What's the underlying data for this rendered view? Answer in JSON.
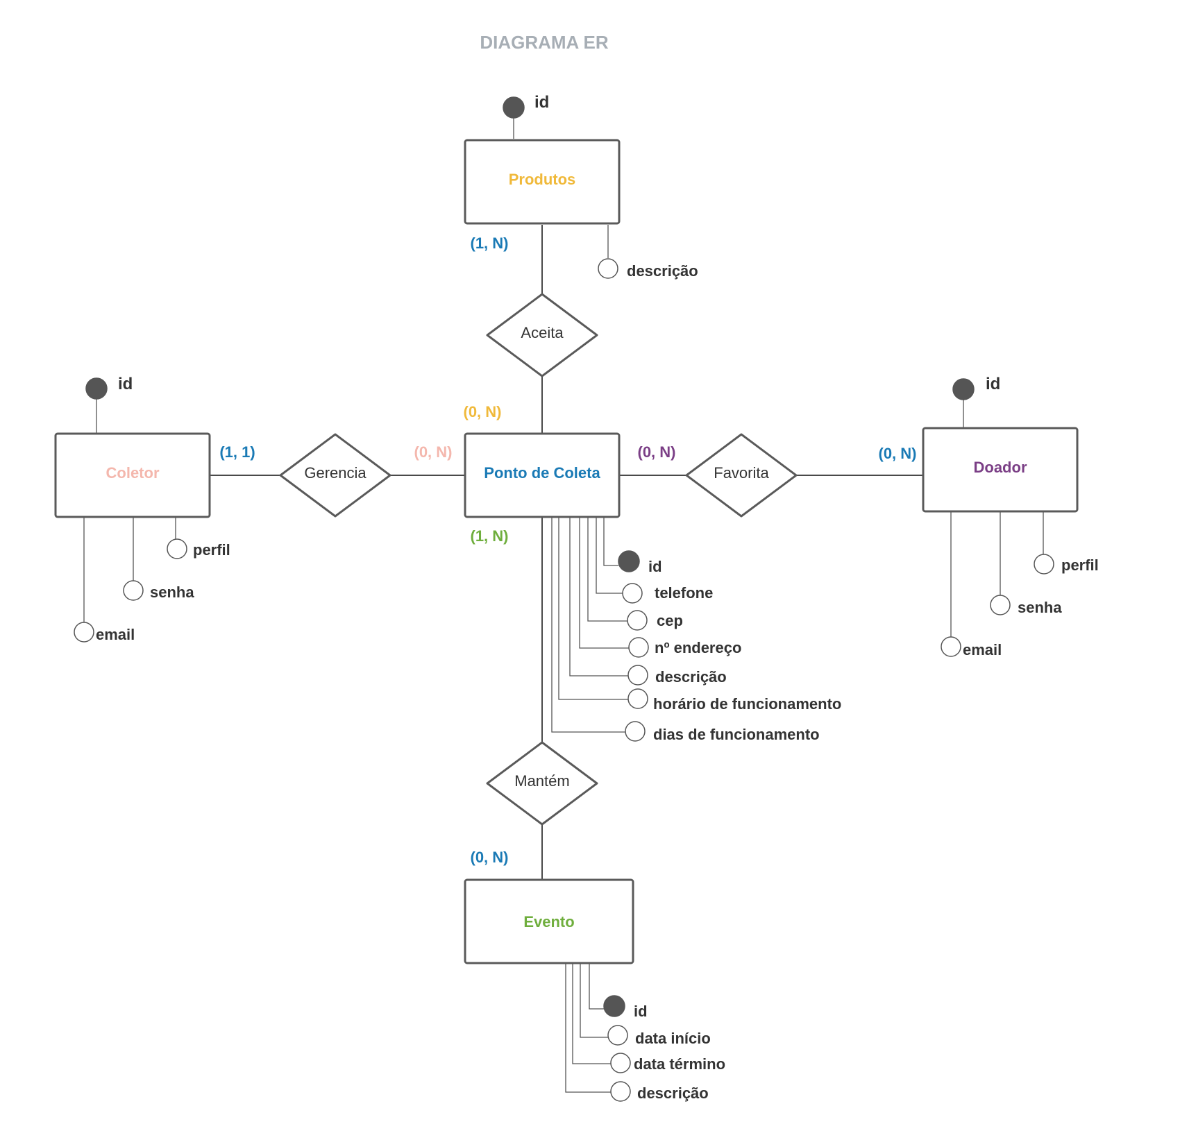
{
  "title": "DIAGRAMA ER",
  "colors": {
    "produtos": "#f0b93a",
    "coletor": "#f4b7ad",
    "ponto": "#1a7ab5",
    "doador": "#7b3f86",
    "evento": "#6fae3d",
    "card_blue": "#1a7ab5",
    "card_yellow": "#f0b93a",
    "card_pink": "#f4b7ad",
    "card_purple": "#7b3f86",
    "card_green": "#6fae3d"
  },
  "entities": {
    "produtos": {
      "name": "Produtos",
      "key": "id",
      "attributes": [
        "descrição"
      ]
    },
    "coletor": {
      "name": "Coletor",
      "key": "id",
      "attributes": [
        "perfil",
        "senha",
        "email"
      ]
    },
    "ponto_de_coleta": {
      "name": "Ponto de Coleta",
      "key": "id",
      "attributes": [
        "telefone",
        "cep",
        "nº endereço",
        "descrição",
        "horário de funcionamento",
        "dias de funcionamento"
      ]
    },
    "doador": {
      "name": "Doador",
      "key": "id",
      "attributes": [
        "perfil",
        "senha",
        "email"
      ]
    },
    "evento": {
      "name": "Evento",
      "key": "id",
      "attributes": [
        "data início",
        "data término",
        "descrição"
      ]
    }
  },
  "relationships": {
    "aceita": "Aceita",
    "gerencia": "Gerencia",
    "favorita": "Favorita",
    "mantem": "Mantém"
  },
  "cardinalities": {
    "produtos_aceita": "(1, N)",
    "ponto_aceita": "(0, N)",
    "coletor_gerencia": "(1, 1)",
    "ponto_gerencia": "(0, N)",
    "ponto_favorita": "(0, N)",
    "doador_favorita": "(0, N)",
    "ponto_mantem": "(1, N)",
    "evento_mantem": "(0, N)"
  }
}
